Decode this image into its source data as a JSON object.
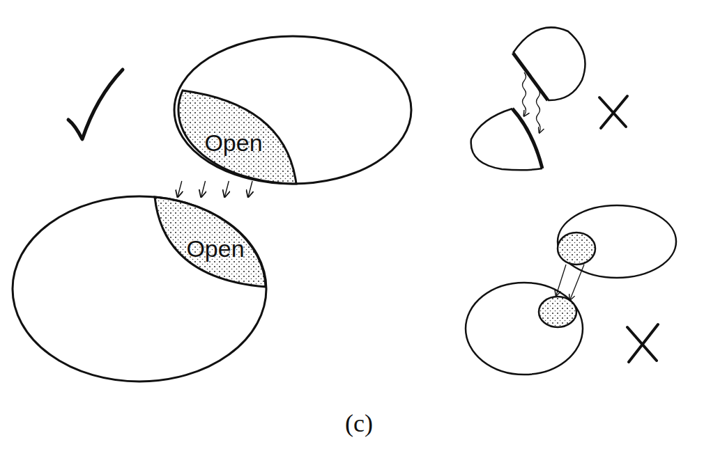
{
  "diagram": {
    "caption": "(c)",
    "nodes": [
      {
        "text": [
          "Open"
        ]
      },
      {
        "text": [
          "Open"
        ]
      }
    ],
    "edges": [
      {
        "from": 0,
        "to": 1,
        "arrow": "to"
      },
      {
        "from": 0,
        "to": 1,
        "arrow": "to"
      },
      {
        "from": 0,
        "to": 1,
        "arrow": "to"
      },
      {
        "from": 0,
        "to": 1,
        "arrow": "to"
      }
    ]
  }
}
